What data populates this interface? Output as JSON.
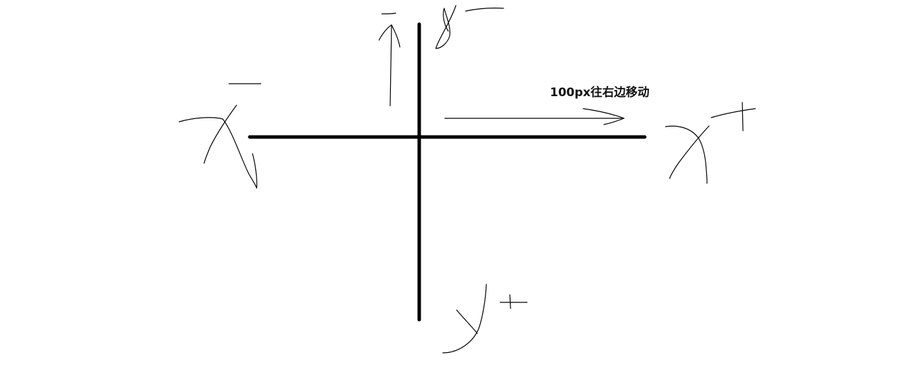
{
  "annotation": {
    "text": "100px往右边移动"
  },
  "colors": {
    "background": "#ffffff",
    "ink": "#000000"
  },
  "axes": {
    "x_axis": {
      "negative_label_drawn": "x-",
      "positive_label_drawn": "x+"
    },
    "y_axis": {
      "negative_label_drawn": "y-",
      "positive_label_drawn": "y+"
    }
  }
}
